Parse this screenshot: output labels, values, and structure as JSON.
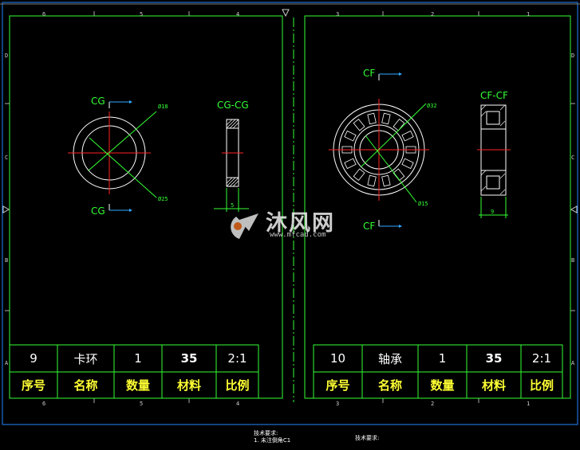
{
  "rulers": {
    "top": [
      "6",
      "5",
      "4",
      "3",
      "2",
      "1"
    ],
    "bottom": [
      "6",
      "5",
      "4",
      "3",
      "2",
      "1"
    ],
    "left": [
      "D",
      "C",
      "B",
      "A"
    ],
    "right": [
      "D",
      "C",
      "B",
      "A"
    ]
  },
  "left_part": {
    "section_label": "CG",
    "section_title": "CG-CG",
    "dim_outer": "Ø18",
    "dim_inner": "Ø25",
    "dim_width": "5"
  },
  "right_part": {
    "section_label": "CF",
    "section_title": "CF-CF",
    "dim_outer": "Ø32",
    "dim_inner": "Ø15",
    "dim_width": "9"
  },
  "table_left": {
    "values": [
      "9",
      "卡环",
      "1",
      "35",
      "2:1"
    ],
    "headers": [
      "序号",
      "名称",
      "数量",
      "材料",
      "比例"
    ]
  },
  "table_right": {
    "values": [
      "10",
      "轴承",
      "1",
      "35",
      "2:1"
    ],
    "headers": [
      "序号",
      "名称",
      "数量",
      "材料",
      "比例"
    ]
  },
  "watermark": {
    "cn": "沐风网",
    "url": "www.mfcad.com"
  },
  "notes": {
    "left_title": "技术要求:",
    "left_line": "1. 未注倒角C1",
    "right_title": "技术要求:"
  },
  "colors": {
    "line": "#33ff33",
    "center": "#ff2222",
    "part": "#ffffff",
    "accent": "#33aaff",
    "frame_border": "#2288ff"
  }
}
